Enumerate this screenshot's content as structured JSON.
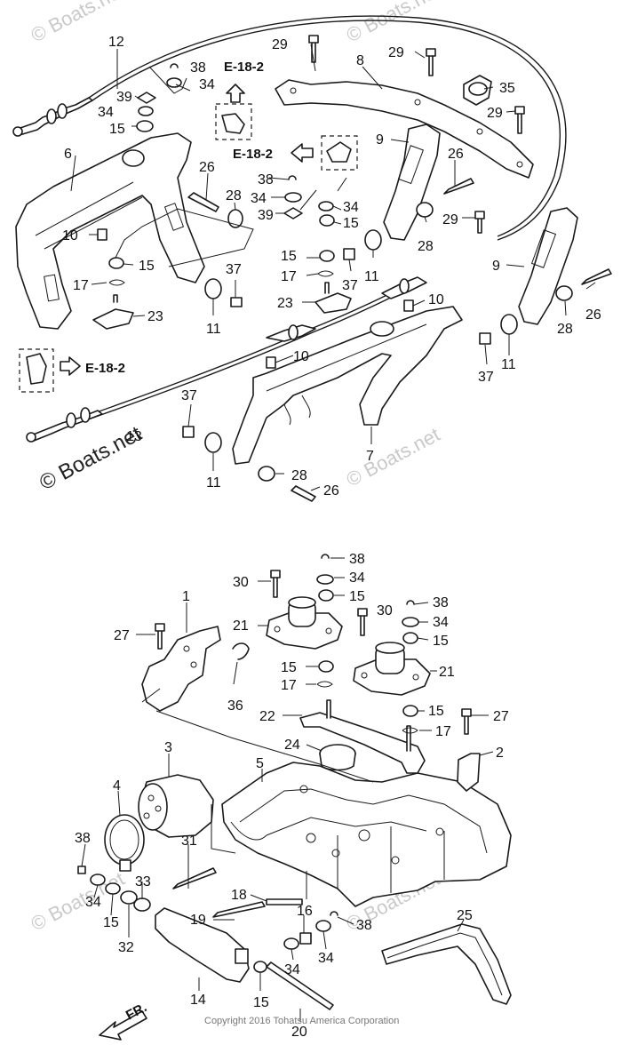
{
  "labels": {
    "n1": "1",
    "n2": "2",
    "n3": "3",
    "n4": "4",
    "n5": "5",
    "n6": "6",
    "n7": "7",
    "n8": "8",
    "n9a": "9",
    "n9b": "9",
    "n10a": "10",
    "n10b": "10",
    "n10c": "10",
    "n11a": "11",
    "n11b": "11",
    "n11c": "11",
    "n11d": "11",
    "n12": "12",
    "n13": "13",
    "n14": "14",
    "n15a": "15",
    "n15b": "15",
    "n15c": "15",
    "n15d": "15",
    "n15e": "15",
    "n15f": "15",
    "n15g": "15",
    "n15h": "15",
    "n15i": "15",
    "n15j": "15",
    "n16": "16",
    "n17a": "17",
    "n17b": "17",
    "n17c": "17",
    "n17d": "17",
    "n18": "18",
    "n19": "19",
    "n20": "20",
    "n21a": "21",
    "n21b": "21",
    "n22": "22",
    "n23a": "23",
    "n23b": "23",
    "n24": "24",
    "n25": "25",
    "n26a": "26",
    "n26b": "26",
    "n26c": "26",
    "n26d": "26",
    "n27a": "27",
    "n27b": "27",
    "n28a": "28",
    "n28b": "28",
    "n28c": "28",
    "n28d": "28",
    "n29a": "29",
    "n29b": "29",
    "n29c": "29",
    "n29d": "29",
    "n30a": "30",
    "n30b": "30",
    "n31": "31",
    "n32": "32",
    "n33": "33",
    "n34a": "34",
    "n34b": "34",
    "n34c": "34",
    "n34d": "34",
    "n34e": "34",
    "n34f": "34",
    "n34g": "34",
    "n34h": "34",
    "n34i": "34",
    "n35": "35",
    "n36": "36",
    "n37a": "37",
    "n37b": "37",
    "n37c": "37",
    "n37d": "37",
    "n38a": "38",
    "n38b": "38",
    "n38c": "38",
    "n38d": "38",
    "n38e": "38",
    "n38f": "38",
    "n39a": "39",
    "n39b": "39"
  },
  "refs": {
    "r1": "E-18-2",
    "r2": "E-18-2",
    "r3": "E-18-2"
  },
  "front_label": "FR.",
  "watermark": "© Boats.net",
  "copyright": "Copyright 2016 Tohatsu America Corporation"
}
